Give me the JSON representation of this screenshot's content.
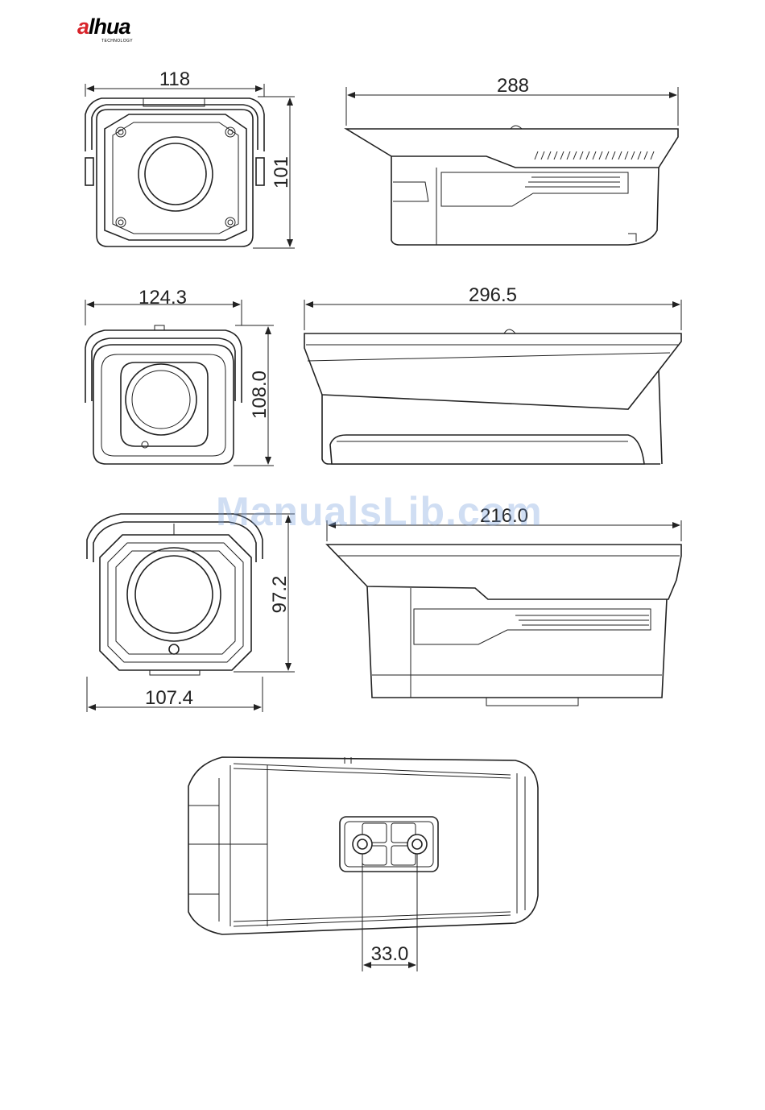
{
  "logo": {
    "wordmark_a": "a",
    "wordmark_rest": "lhua",
    "tagline": "TECHNOLOGY"
  },
  "watermark": "ManualsLib.com",
  "dimensions": {
    "view1_width": "118",
    "view1_height": "101",
    "view1_length": "288",
    "view2_width": "124.3",
    "view2_height": "108.0",
    "view2_length": "296.5",
    "view3_height": "97.2",
    "view3_length": "216.0",
    "view3_width": "107.4",
    "mount_hole_spacing": "33.0"
  },
  "colors": {
    "brand_red": "#d8232a",
    "line": "#222222"
  }
}
